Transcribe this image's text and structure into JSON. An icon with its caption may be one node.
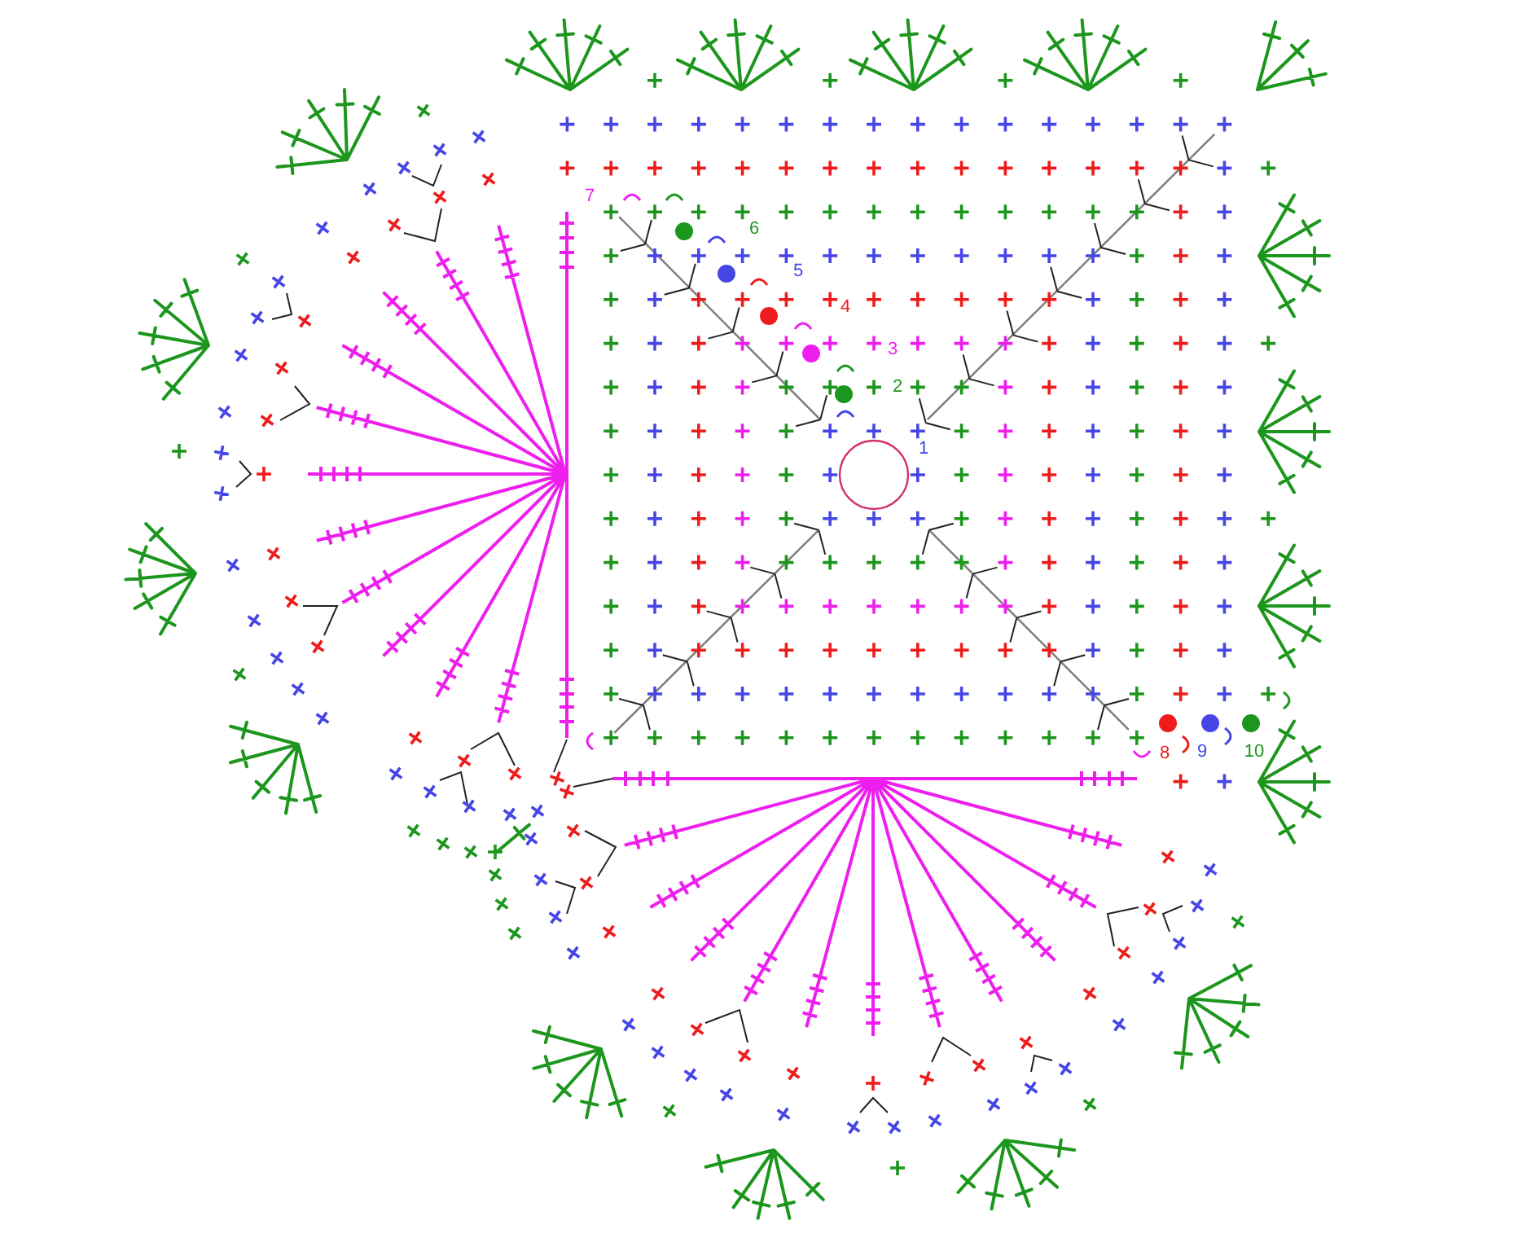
{
  "diagram": {
    "labels": [
      "7",
      "6",
      "5",
      "4",
      "3",
      "2",
      "1",
      "8",
      "9",
      "10"
    ]
  }
}
